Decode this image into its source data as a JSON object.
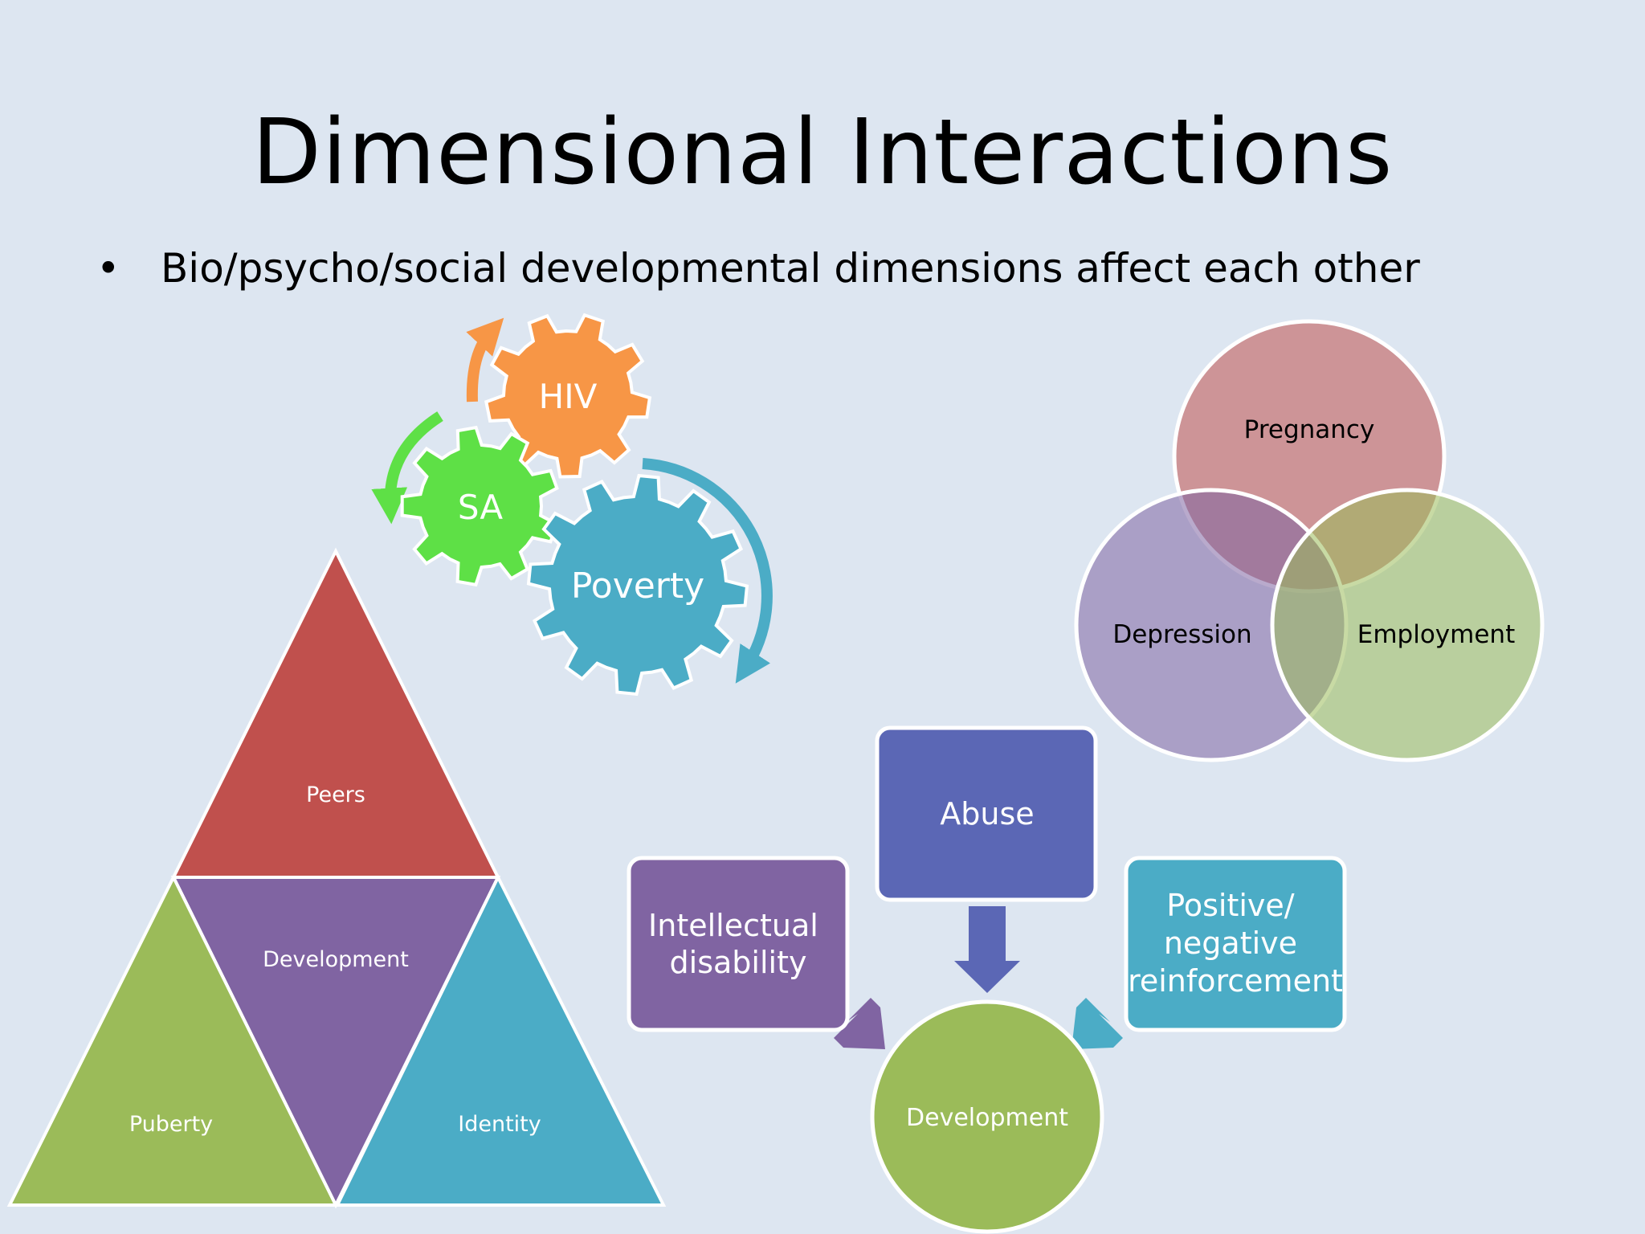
{
  "title": "Dimensional Interactions",
  "bullet": {
    "marker": "•",
    "text": "Bio/psycho/social developmental dimensions affect each other"
  },
  "gears": {
    "items": [
      {
        "label": "HIV",
        "color": "#f79646"
      },
      {
        "label": "SA",
        "color": "#5ee046"
      },
      {
        "label": "Poverty",
        "color": "#4bacc6"
      }
    ]
  },
  "venn": {
    "circles": [
      {
        "label": "Pregnancy",
        "color": "#c0504d"
      },
      {
        "label": "Depression",
        "color": "#8064a2"
      },
      {
        "label": "Employment",
        "color": "#9bbb59"
      }
    ]
  },
  "pyramid": {
    "sections": [
      {
        "label": "Peers",
        "color": "#c0504d"
      },
      {
        "label": "Development",
        "color": "#8064a2"
      },
      {
        "label": "Puberty",
        "color": "#9bbb59"
      },
      {
        "label": "Identity",
        "color": "#4bacc6"
      }
    ]
  },
  "converge": {
    "center": {
      "label": "Development",
      "color": "#9bbb59"
    },
    "inputs": [
      {
        "lines": [
          "Intellectual",
          "disability"
        ],
        "color": "#8064a2"
      },
      {
        "lines": [
          "Abuse"
        ],
        "color": "#5b67b5"
      },
      {
        "lines": [
          "Positive/",
          "negative",
          "reinforcement"
        ],
        "color": "#4bacc6"
      }
    ]
  }
}
